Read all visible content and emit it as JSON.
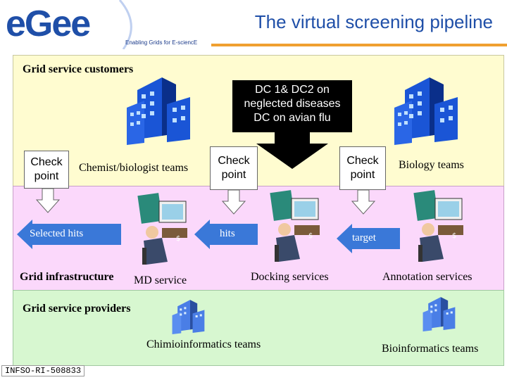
{
  "header": {
    "logo_text": "eGee",
    "tagline": "Enabling Grids for E-sciencE",
    "title": "The virtual screening pipeline"
  },
  "bands": {
    "customers_label": "Grid service customers",
    "infrastructure_label": "Grid infrastructure",
    "providers_label": "Grid service providers"
  },
  "dc_box": {
    "line1": "DC 1& DC2 on",
    "line2": "neglected diseases",
    "line3": "DC on avian flu"
  },
  "checkpoints": {
    "left_line1": "Check",
    "left_line2": "point",
    "middle_line1": "Check",
    "middle_line2": "point",
    "right_line1": "Check",
    "right_line2": "point"
  },
  "labels": {
    "chemist_biologist_teams": "Chemist/biologist teams",
    "biology_teams": "Biology teams",
    "selected_hits": "Selected hits",
    "hits": "hits",
    "target": "target",
    "md_service": "MD service",
    "docking_services": "Docking services",
    "annotation_services": "Annotation services",
    "chimioinformatics_teams": "Chimioinformatics teams",
    "bioinformatics_teams": "Bioinformatics teams"
  },
  "footer": {
    "id": "INFSO-RI-508833"
  },
  "colors": {
    "brand_blue": "#1f4fa8",
    "customers_band": "#fffcd0",
    "infrastructure_band": "#fbd8fb",
    "providers_band": "#d7f7d0",
    "arrow_blue": "#3a78d8"
  }
}
